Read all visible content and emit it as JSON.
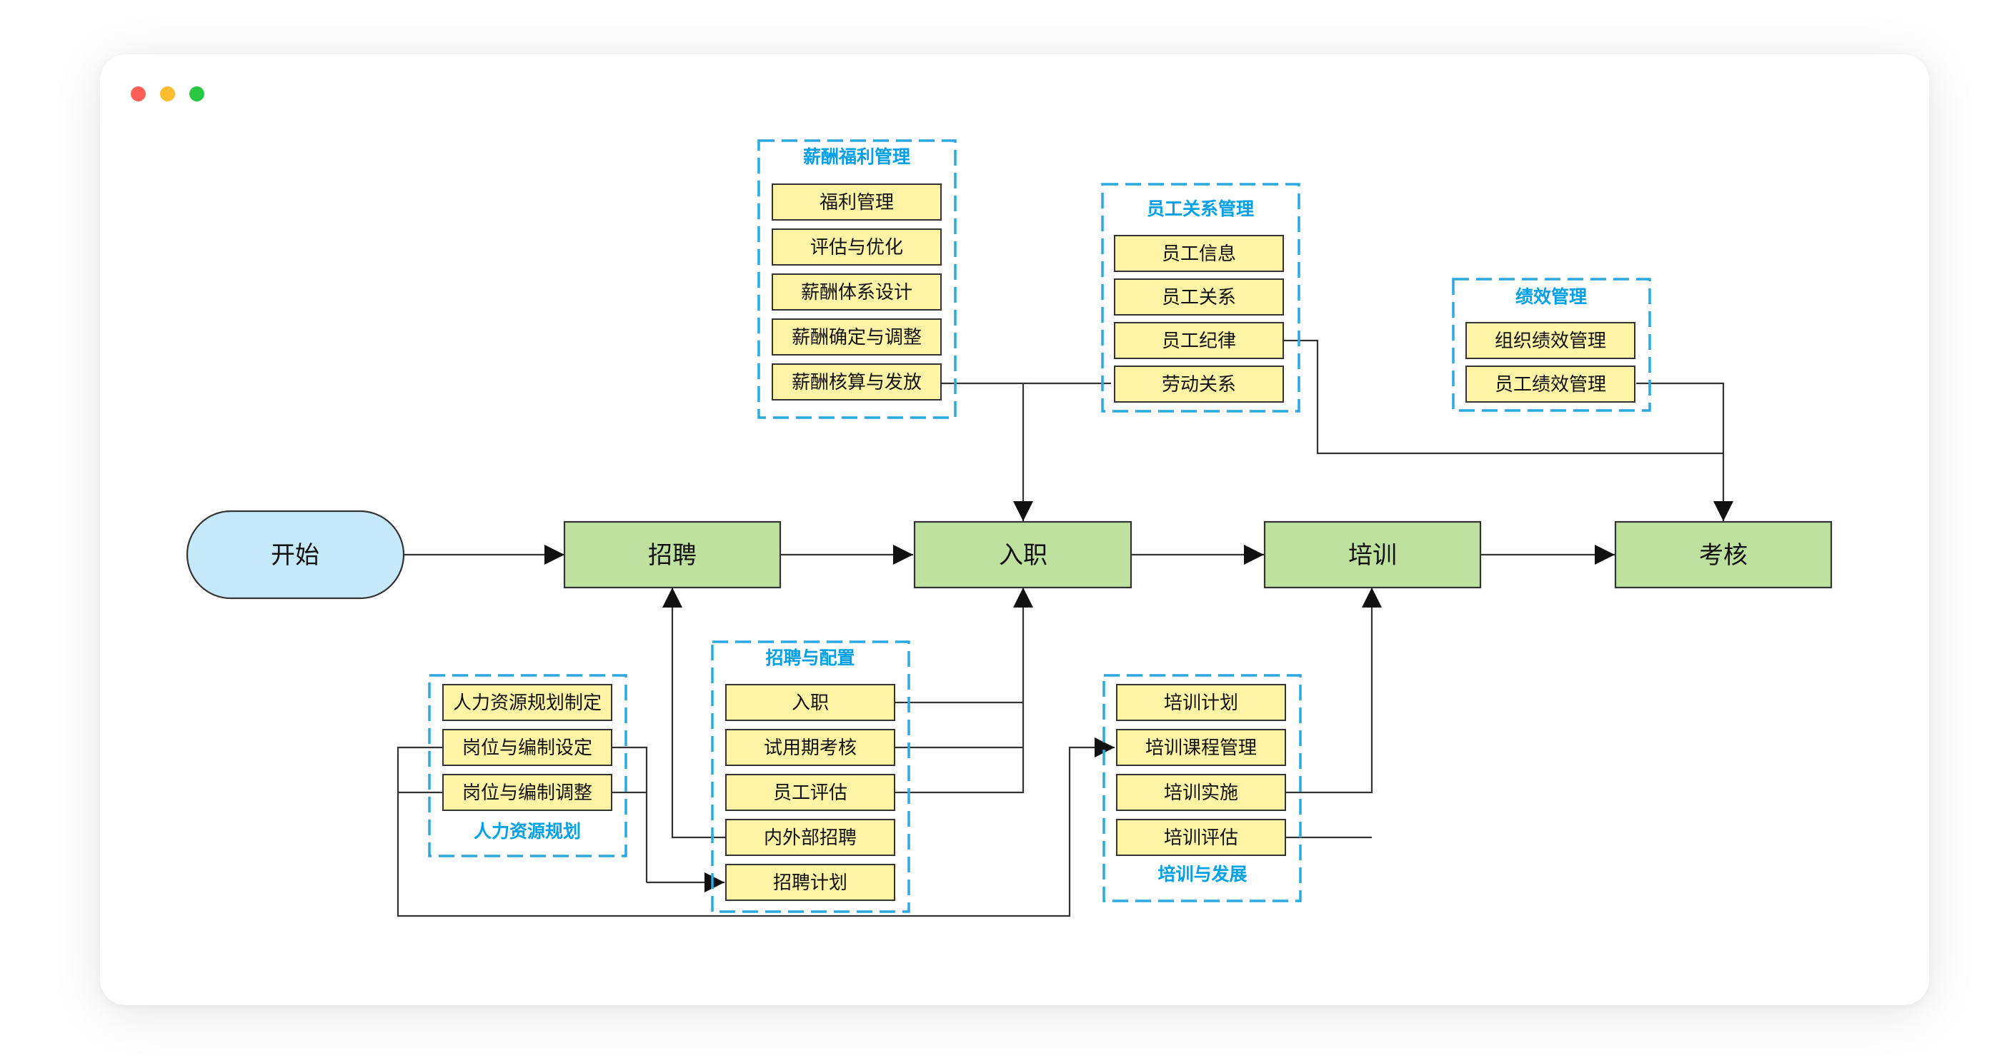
{
  "window_controls": {
    "close": "red-dot",
    "minimize": "yellow-dot",
    "maximize": "green-dot"
  },
  "colors": {
    "start_fill": "#c5e8fb",
    "main_fill": "#bfe1a0",
    "sub_fill": "#fff3a6",
    "group_border": "#2aa9e0",
    "group_title": "#00a0e6"
  },
  "main": {
    "start": "开始",
    "recruit": "招聘",
    "onboard": "入职",
    "training": "培训",
    "assessment": "考核"
  },
  "groups": {
    "compensation": {
      "title": "薪酬福利管理",
      "items": [
        "福利管理",
        "评估与优化",
        "薪酬体系设计",
        "薪酬确定与调整",
        "薪酬核算与发放"
      ]
    },
    "relations": {
      "title": "员工关系管理",
      "items": [
        "员工信息",
        "员工关系",
        "员工纪律",
        "劳动关系"
      ]
    },
    "performance": {
      "title": "绩效管理",
      "items": [
        "组织绩效管理",
        "员工绩效管理"
      ]
    },
    "hr_planning": {
      "title": "人力资源规划",
      "items": [
        "人力资源规划制定",
        "岗位与编制设定",
        "岗位与编制调整"
      ]
    },
    "recruit_config": {
      "title": "招聘与配置",
      "items": [
        "入职",
        "试用期考核",
        "员工评估",
        "内外部招聘",
        "招聘计划"
      ]
    },
    "train_dev": {
      "title": "培训与发展",
      "items": [
        "培训计划",
        "培训课程管理",
        "培训实施",
        "培训评估"
      ]
    }
  }
}
